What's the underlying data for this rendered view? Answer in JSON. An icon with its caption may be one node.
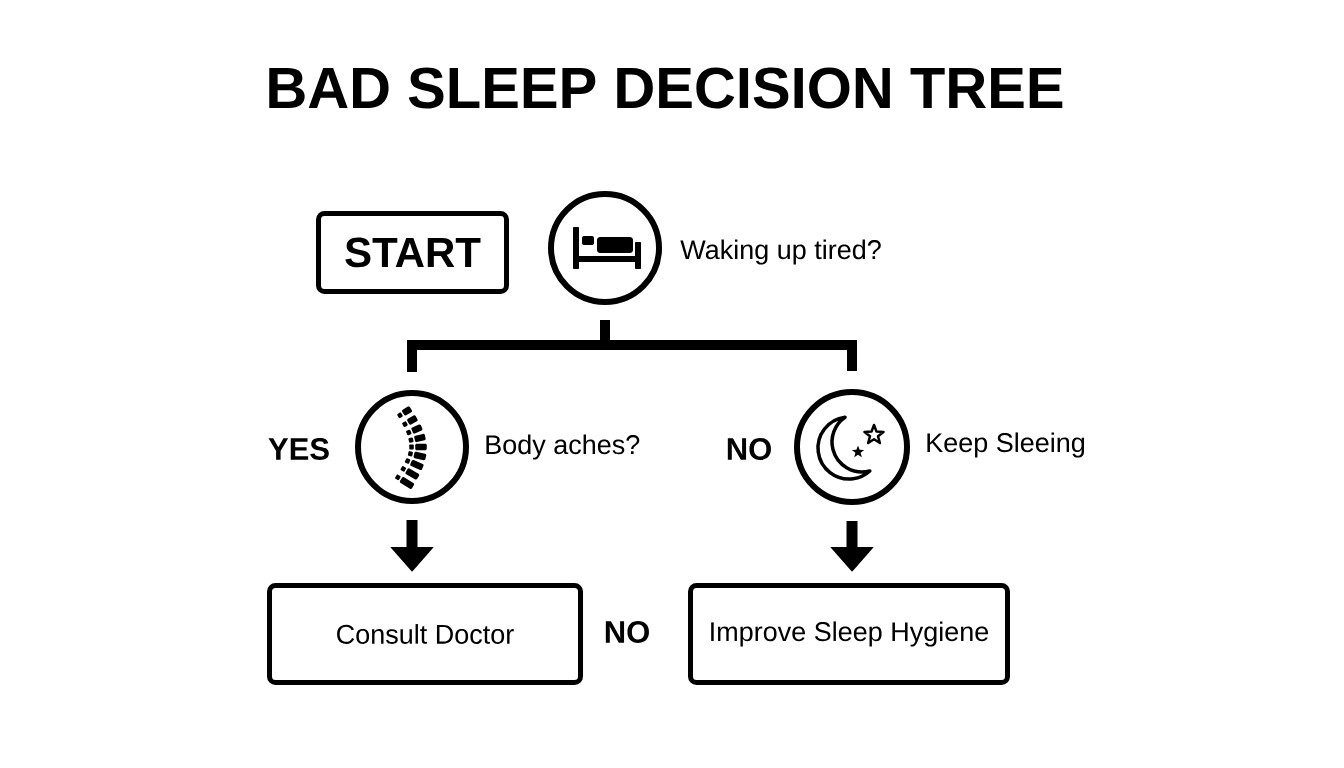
{
  "diagram": {
    "title": "BAD SLEEP DECISION TREE",
    "nodes": [
      {
        "text": [
          "START"
        ]
      },
      {
        "text": [],
        "shape": "circle",
        "beside": [
          "Waking up tired?"
        ]
      },
      {
        "text": [],
        "shape": "circle",
        "beside": [
          "Body aches?"
        ]
      },
      {
        "text": [],
        "shape": "circle",
        "beside": [
          "Keep Sleeing"
        ]
      },
      {
        "text": [
          "Consult Doctor"
        ]
      },
      {
        "text": [
          "Improve Sleep Hygiene"
        ]
      }
    ],
    "edges": [
      {
        "from": 1,
        "to": 2,
        "arrow": "none"
      },
      {
        "from": 1,
        "to": 3,
        "arrow": "none"
      },
      {
        "from": 2,
        "to": 4,
        "arrow": "to"
      },
      {
        "from": 3,
        "to": 5,
        "arrow": "to"
      }
    ],
    "labels": [
      "YES",
      "NO",
      "NO"
    ]
  }
}
